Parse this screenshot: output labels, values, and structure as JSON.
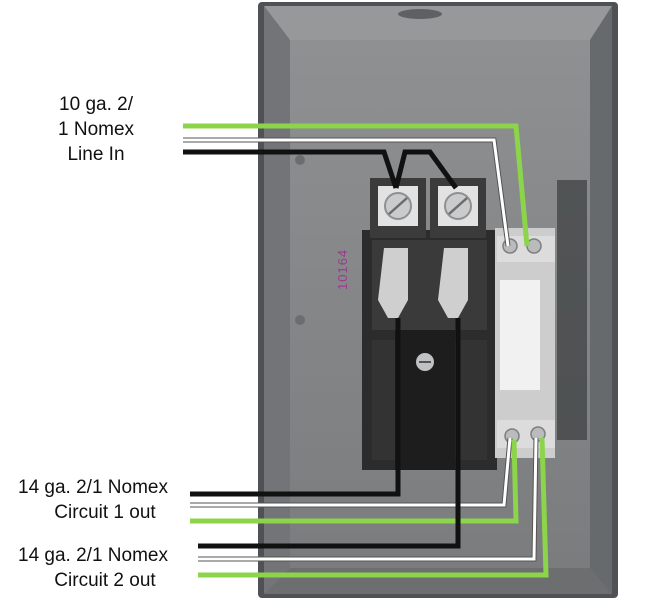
{
  "labels": {
    "line_in": [
      "10 ga. 2/",
      "1 Nomex",
      "Line In"
    ],
    "circuit1": [
      "14 ga. 2/1 Nomex",
      "Circuit 1 out"
    ],
    "circuit2": [
      "14 ga. 2/1 Nomex",
      "Circuit 2 out"
    ]
  },
  "panel_marking": "10164",
  "colors": {
    "box": "#7d7f81",
    "box_dark": "#55585b",
    "wire_hot": "#111111",
    "wire_neutral": "#ffffff",
    "wire_ground": "#8cd44a",
    "breaker_base": "#2c2c2c",
    "terminal": "#d8d8d8",
    "neutral_bar": "#ececec"
  }
}
